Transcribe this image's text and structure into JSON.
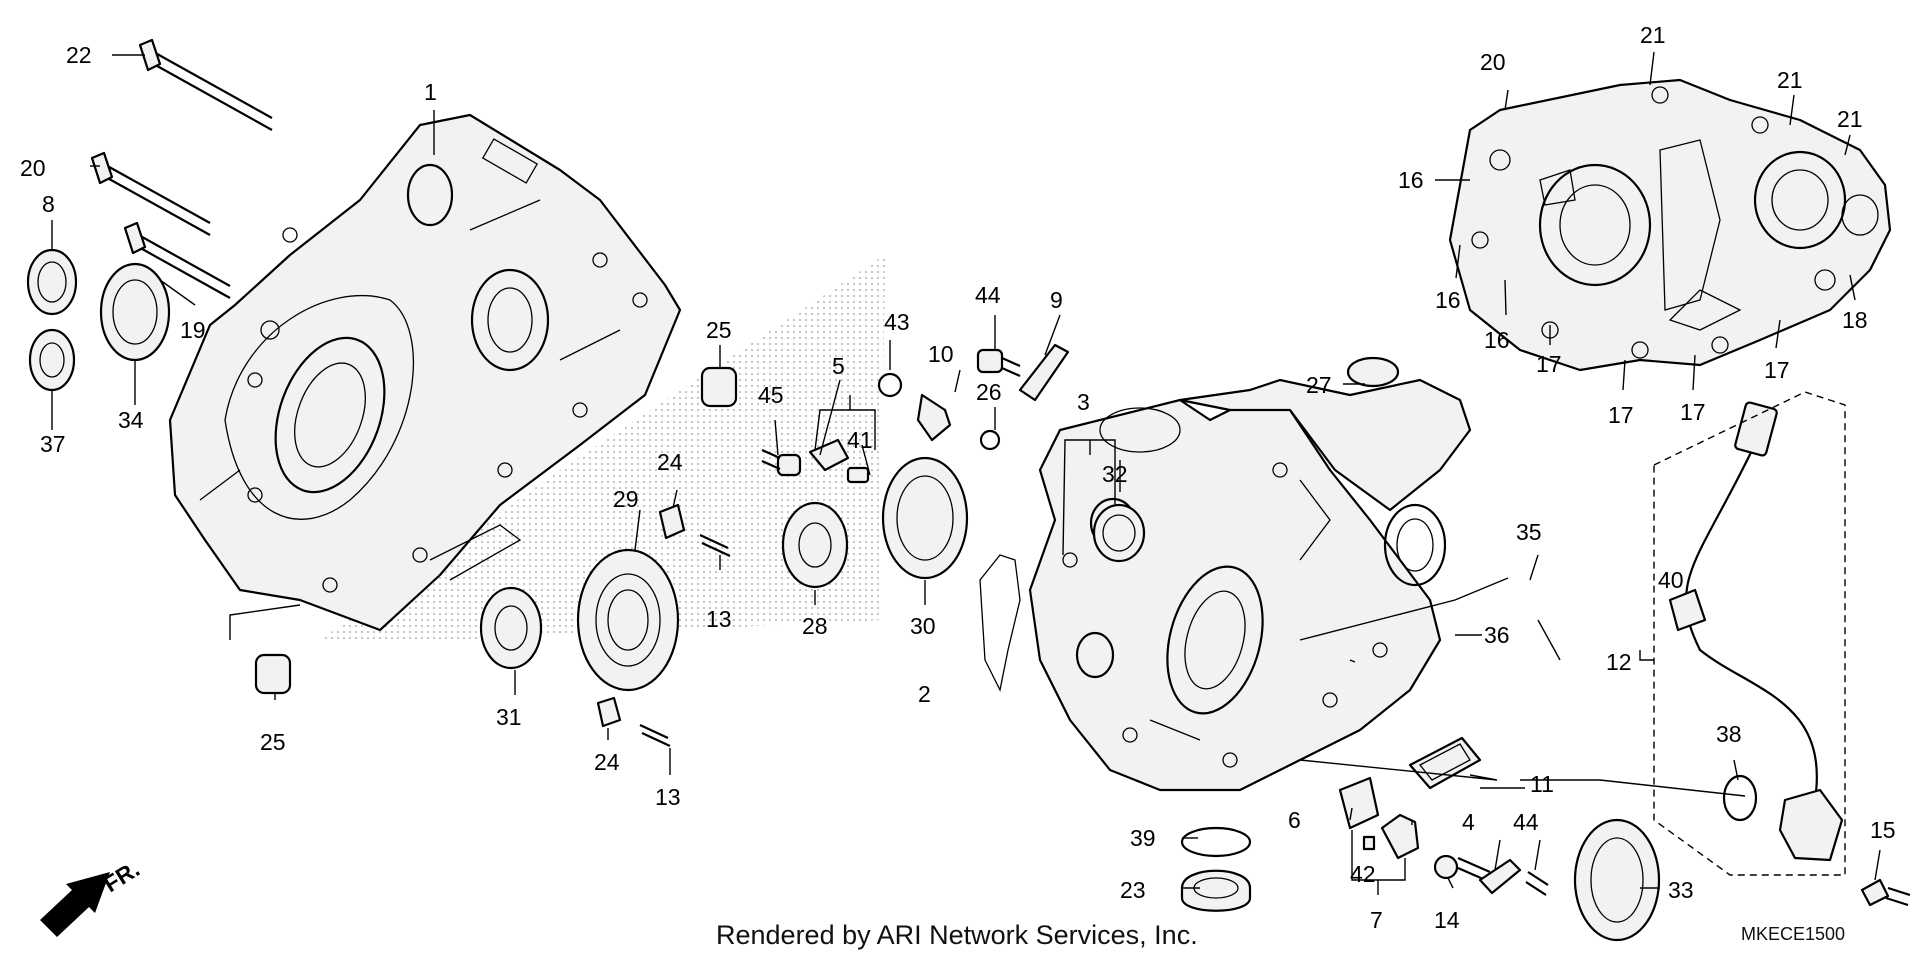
{
  "callouts": {
    "c1": "1",
    "c2": "2",
    "c3": "3",
    "c4": "4",
    "c5": "5",
    "c6": "6",
    "c7": "7",
    "c8": "8",
    "c9": "9",
    "c10": "10",
    "c11": "11",
    "c12": "12",
    "c13a": "13",
    "c13b": "13",
    "c14": "14",
    "c15": "15",
    "c16a": "16",
    "c16b": "16",
    "c16c": "16",
    "c17a": "17",
    "c17b": "17",
    "c17c": "17",
    "c17d": "17",
    "c18": "18",
    "c19": "19",
    "c20a": "20",
    "c20b": "20",
    "c21a": "21",
    "c21b": "21",
    "c21c": "21",
    "c22": "22",
    "c23": "23",
    "c24a": "24",
    "c24b": "24",
    "c25a": "25",
    "c25b": "25",
    "c26": "26",
    "c27": "27",
    "c28": "28",
    "c29": "29",
    "c30": "30",
    "c31": "31",
    "c32": "32",
    "c33": "33",
    "c34": "34",
    "c35": "35",
    "c36": "36",
    "c37": "37",
    "c38": "38",
    "c39": "39",
    "c40": "40",
    "c41": "41",
    "c42": "42",
    "c43": "43",
    "c44a": "44",
    "c44b": "44",
    "c45": "45"
  },
  "direction_label": "FR.",
  "credit": "Rendered by ARI Network Services, Inc.",
  "diagram_code": "MKECE1500"
}
